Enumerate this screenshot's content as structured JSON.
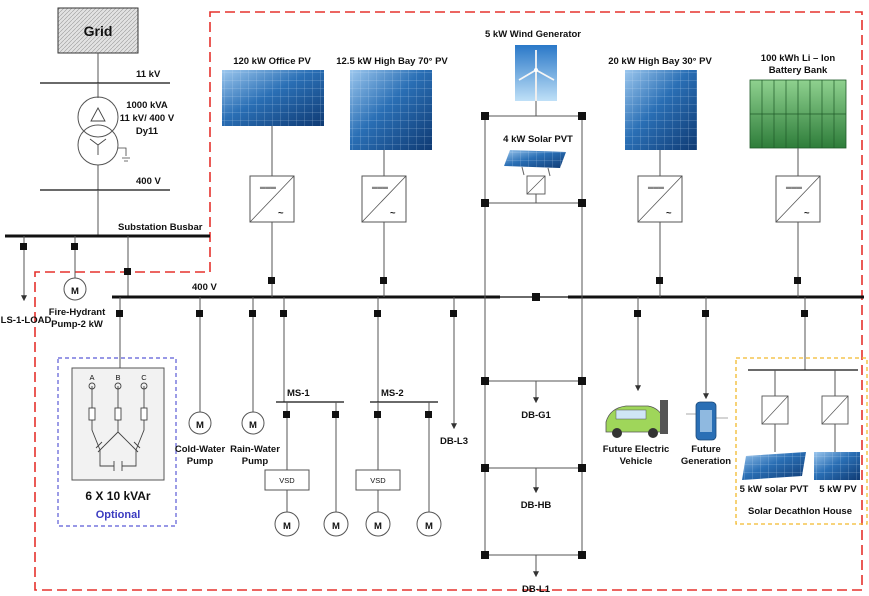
{
  "grid": {
    "label": "Grid"
  },
  "voltages": {
    "hv": "11 kV",
    "lv": "400 V",
    "main_bus": "400 V"
  },
  "transformer": {
    "line1": "1000 kVA",
    "line2": "11 kV/ 400 V",
    "line3": "Dy11"
  },
  "substation_busbar": "Substation Busbar",
  "loads_left": {
    "ls1": "LS-1-LOAD",
    "fire_line1": "Fire-Hydrant",
    "fire_line2": "Pump-2 kW"
  },
  "capacitor": {
    "label": "6 X 10 kVAr",
    "optional": "Optional",
    "phases": [
      "A",
      "B",
      "C"
    ]
  },
  "motor_symbol": "M",
  "pumps": {
    "cold_line1": "Cold-Water",
    "cold_line2": "Pump",
    "rain_line1": "Rain-Water",
    "rain_line2": "Pump"
  },
  "ms": {
    "ms1": "MS-1",
    "ms2": "MS-2",
    "vsd": "VSD"
  },
  "db": {
    "l3": "DB-L3",
    "g1": "DB-G1",
    "hb": "DB-HB",
    "l1": "DB-L1"
  },
  "sources": {
    "office_pv": "120 kW Office PV",
    "high_bay70": "12.5 kW High Bay 70° PV",
    "wind": "5 kW  Wind Generator",
    "solar_pvt": "4 kW Solar PVT",
    "high_bay30": "20 kW High Bay 30° PV",
    "battery_line1": "100 kWh Li – Ion",
    "battery_line2": "Battery Bank"
  },
  "future": {
    "ev_line1": "Future Electric",
    "ev_line2": "Vehicle",
    "gen_line1": "Future",
    "gen_line2": "Generation"
  },
  "house": {
    "pvt": "5 kW solar PVT",
    "pv": "5 kW PV",
    "label": "Solar Decathlon House"
  },
  "colors": {
    "boundary": "#e5322d",
    "optional_box": "#5b5bd6",
    "optional_text": "#3a3ac0",
    "house_box": "#f2b92c",
    "pv_blue": "#2a6fb5",
    "battery_green": "#3c9a4a",
    "grid_fill": "#d9d9d9"
  }
}
